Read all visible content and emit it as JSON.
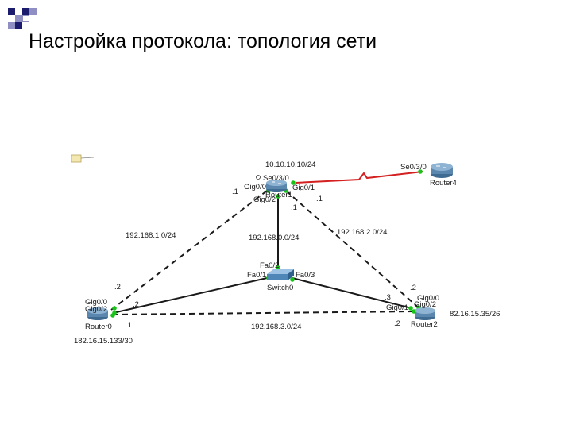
{
  "slide": {
    "title": "Настройка протокола: топология сети",
    "bullet_colors": [
      "#1c1c6e",
      "#ffffff",
      "#1c1c6e",
      "#8f8fc4"
    ]
  },
  "devices": {
    "router1": "Router1",
    "router2": "Router2",
    "router0": "Router0",
    "router4": "Router4",
    "switch0": "Switch0"
  },
  "interfaces": {
    "r1_se": "Se0/3/0",
    "r1_gig00": "Gig0/0",
    "r1_gig01": "Gig0/1",
    "r1_gig02": "Gig0/2",
    "r4_se": "Se0/3/0",
    "sw_fa02": "Fa0/2",
    "sw_fa01": "Fa0/1",
    "sw_fa03": "Fa0/3",
    "r0_gig00": "Gig0/0",
    "r0_gig02": "Gig0/2",
    "r2_gig00": "Gig0/0",
    "r2_gig01": "Gig0/1",
    "r2_gig02": "Gig0/2"
  },
  "networks": {
    "serial": "10.10.10.10/24",
    "net1": "192.168.1.0/24",
    "net0": "192.168.0.0/24",
    "net2": "192.168.2.0/24",
    "net3": "192.168.3.0/24",
    "r2_public": "82.16.15.35/26",
    "r0_public": "182.16.15.133/30"
  },
  "hosts": {
    "r1_left": ".1",
    "r1_down": ".1",
    "r1_right": ".1",
    "r0_up": ".2",
    "r0_sw": ".2",
    "r0_bottom": ".1",
    "r2_up": ".2",
    "r2_sw": ".3",
    "r2_bottom": ".2"
  },
  "colors": {
    "serial_link": "#d42020",
    "link": "#1a1a1a",
    "port_up": "#19c419",
    "router_body": "#5b86ad",
    "switch_body": "#4f86b8"
  }
}
